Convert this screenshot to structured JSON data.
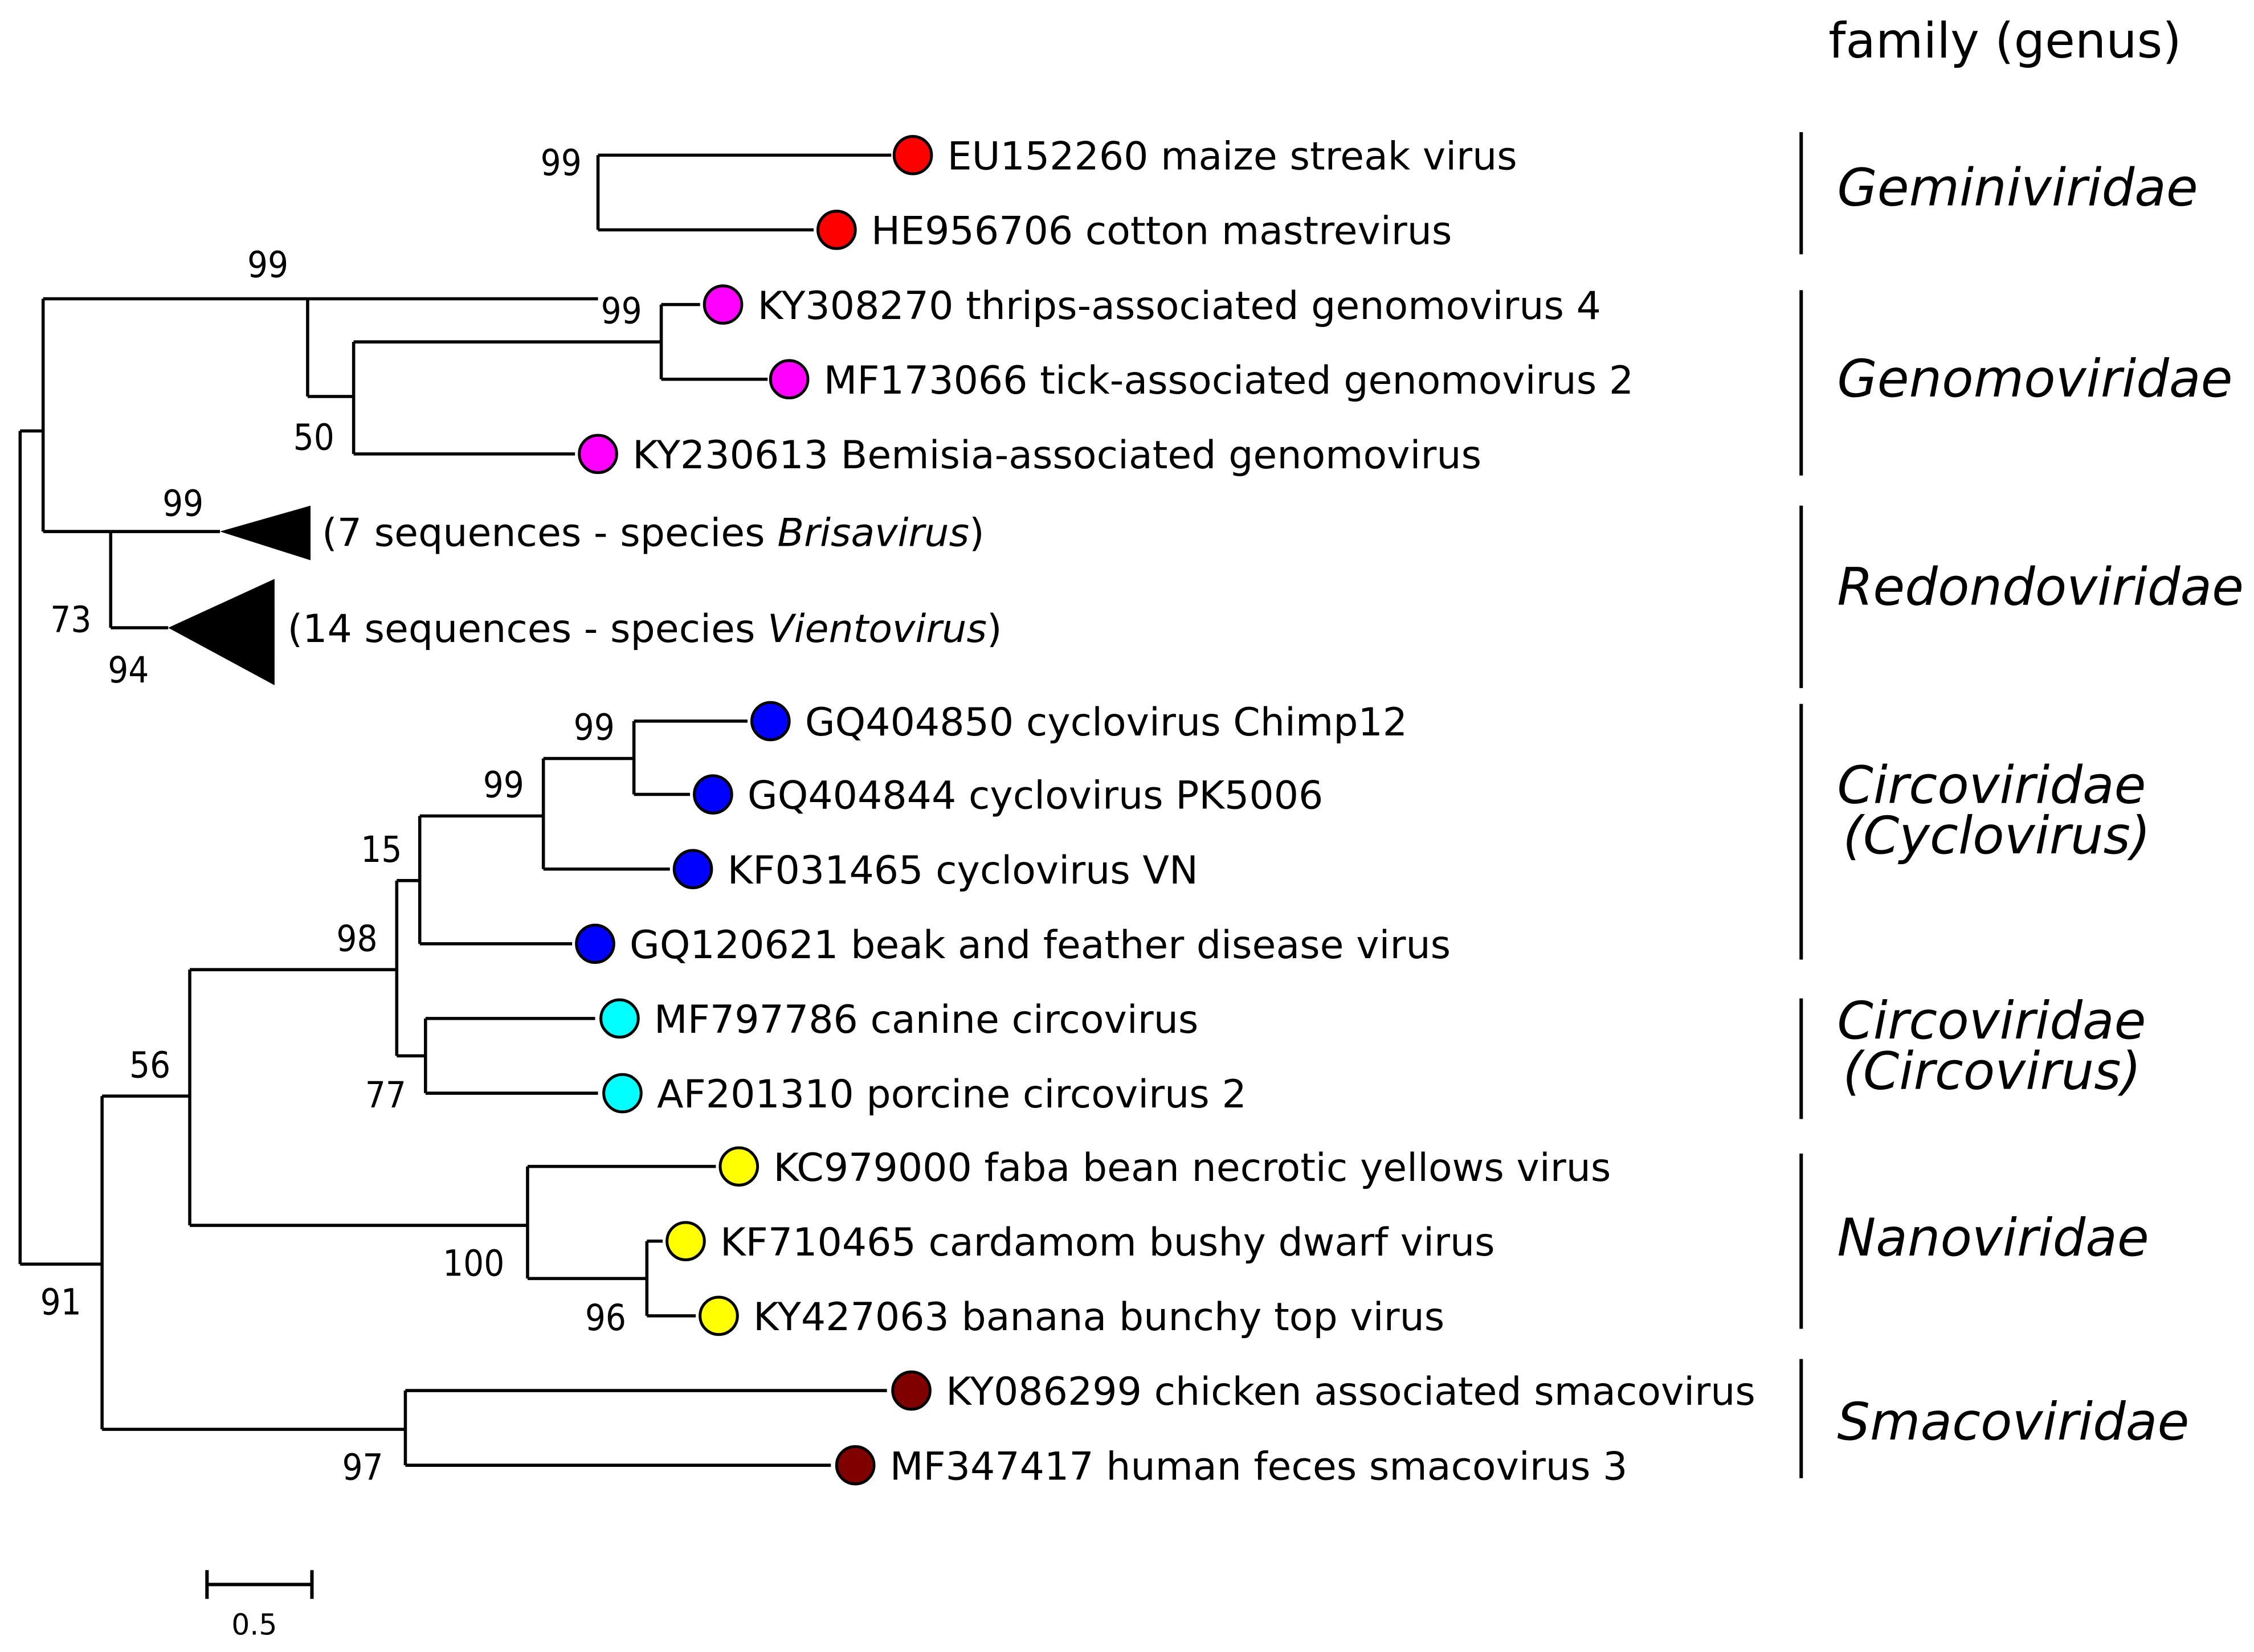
{
  "header": {
    "title": "family (genus)"
  },
  "colors": {
    "geminiviridae": "#ff0000",
    "genomoviridae": "#ff00ff",
    "cyclovirus": "#0000ff",
    "circovirus": "#00ffff",
    "nanoviridae": "#ffff00",
    "smacoviridae": "#800000"
  },
  "tips": [
    {
      "id": "EU152260",
      "label": "EU152260 maize streak virus",
      "group": "geminiviridae"
    },
    {
      "id": "HE956706",
      "label": "HE956706 cotton mastrevirus",
      "group": "geminiviridae"
    },
    {
      "id": "KY308270",
      "label": "KY308270 thrips-associated genomovirus 4",
      "group": "genomoviridae"
    },
    {
      "id": "MF173066",
      "label": "MF173066 tick-associated genomovirus 2",
      "group": "genomoviridae"
    },
    {
      "id": "KY230613",
      "label": "KY230613 Bemisia-associated genomovirus",
      "group": "genomoviridae"
    },
    {
      "id": "GQ404850",
      "label": "GQ404850 cyclovirus Chimp12",
      "group": "cyclovirus"
    },
    {
      "id": "GQ404844",
      "label": "GQ404844 cyclovirus PK5006",
      "group": "cyclovirus"
    },
    {
      "id": "KF031465",
      "label": "KF031465 cyclovirus VN",
      "group": "cyclovirus"
    },
    {
      "id": "GQ120621",
      "label": "GQ120621 beak and feather disease virus",
      "group": "cyclovirus"
    },
    {
      "id": "MF797786",
      "label": "MF797786 canine circovirus",
      "group": "circovirus"
    },
    {
      "id": "AF201310",
      "label": "AF201310 porcine circovirus 2",
      "group": "circovirus"
    },
    {
      "id": "KC979000",
      "label": "KC979000 faba bean necrotic yellows virus",
      "group": "nanoviridae"
    },
    {
      "id": "KF710465",
      "label": "KF710465 cardamom bushy dwarf virus",
      "group": "nanoviridae"
    },
    {
      "id": "KY427063",
      "label": "KY427063 banana bunchy top virus",
      "group": "nanoviridae"
    },
    {
      "id": "KY086299",
      "label": "KY086299 chicken associated smacovirus",
      "group": "smacoviridae"
    },
    {
      "id": "MF347417",
      "label": "MF347417 human feces smacovirus 3",
      "group": "smacoviridae"
    }
  ],
  "collapsed": [
    {
      "prefix": "(7 sequences - species ",
      "species": "Brisavirus",
      "suffix": ")"
    },
    {
      "prefix": "(14 sequences - species ",
      "species": "Vientovirus",
      "suffix": ")"
    }
  ],
  "bootstrap": {
    "gemini_clade": "99",
    "gemini_genomo": "99",
    "genomo_pair": "99",
    "genomo_clade": "50",
    "brisavirus": "99",
    "redondo": "73",
    "vientovirus": "94",
    "chimp_pk": "99",
    "cyclo_three": "99",
    "cyclo_bfdv": "15",
    "circo_all": "98",
    "circo_pair": "77",
    "circo_nano": "56",
    "nano_clade": "100",
    "nano_pair": "96",
    "smaco": "97",
    "lower_root": "91"
  },
  "families": [
    {
      "name": "Geminiviridae"
    },
    {
      "name": "Genomoviridae"
    },
    {
      "name": "Redondoviridae"
    },
    {
      "name": "Circoviridae",
      "sub": "(Cyclovirus)"
    },
    {
      "name": "Circoviridae",
      "sub": "(Circovirus)"
    },
    {
      "name": "Nanoviridae"
    },
    {
      "name": "Smacoviridae"
    }
  ],
  "scale_bar": {
    "label": "0.5",
    "value": 0.5
  }
}
